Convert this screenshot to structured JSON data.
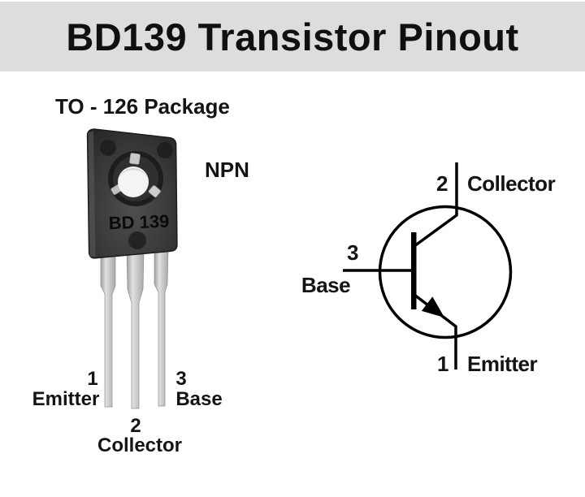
{
  "header": {
    "title": "BD139 Transistor Pinout"
  },
  "package": {
    "label": "TO - 126 Package",
    "transistor_type": "NPN",
    "marking": "BD 139",
    "pins": [
      {
        "number": "1",
        "name": "Emitter"
      },
      {
        "number": "2",
        "name": "Collector"
      },
      {
        "number": "3",
        "name": "Base"
      }
    ]
  },
  "schematic": {
    "type": "NPN transistor symbol",
    "pins": [
      {
        "number": "2",
        "name": "Collector"
      },
      {
        "number": "3",
        "name": "Base"
      },
      {
        "number": "1",
        "name": "Emitter"
      }
    ]
  },
  "colors": {
    "banner_bg": "#dcdddd",
    "text": "#111111",
    "package_body": "#3a3a3a",
    "lead_metal": "#c9c9c9",
    "symbol_line": "#000000",
    "background": "#ffffff"
  }
}
